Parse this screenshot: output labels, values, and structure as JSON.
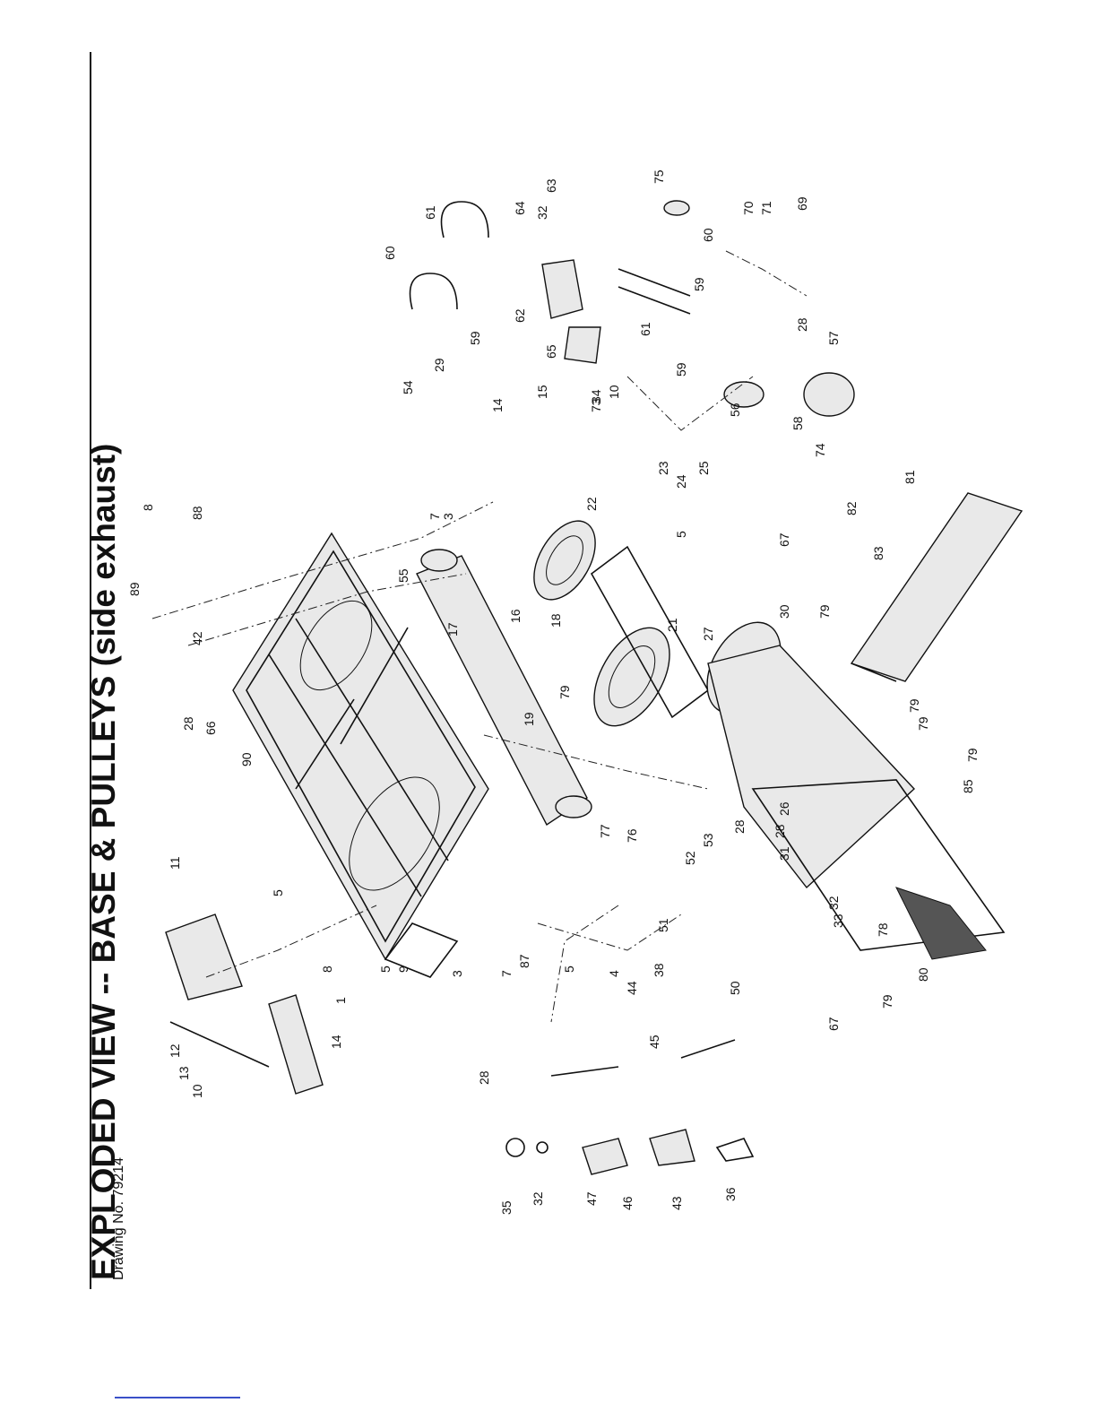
{
  "header": {
    "title": "EXPLODED VIEW -- BASE & PULLEYS (side exhaust)",
    "drawing_number": "Drawing No. 79214"
  },
  "callouts": [
    "1",
    "3",
    "3",
    "4",
    "5",
    "5",
    "5",
    "5",
    "7",
    "7",
    "8",
    "8",
    "9",
    "10",
    "10",
    "11",
    "12",
    "13",
    "14",
    "14",
    "15",
    "16",
    "17",
    "18",
    "19",
    "21",
    "22",
    "23",
    "24",
    "25",
    "26",
    "27",
    "28",
    "28",
    "28",
    "28",
    "28",
    "29",
    "30",
    "31",
    "32",
    "32",
    "32",
    "33",
    "34",
    "35",
    "36",
    "38",
    "42",
    "43",
    "44",
    "45",
    "46",
    "47",
    "50",
    "51",
    "52",
    "53",
    "54",
    "55",
    "56",
    "57",
    "58",
    "59",
    "59",
    "59",
    "60",
    "60",
    "61",
    "61",
    "62",
    "63",
    "64",
    "65",
    "66",
    "67",
    "67",
    "69",
    "70",
    "71",
    "73",
    "74",
    "75",
    "76",
    "77",
    "78",
    "79",
    "79",
    "79",
    "79",
    "79",
    "79",
    "80",
    "81",
    "82",
    "83",
    "85",
    "87",
    "88",
    "89",
    "90"
  ]
}
